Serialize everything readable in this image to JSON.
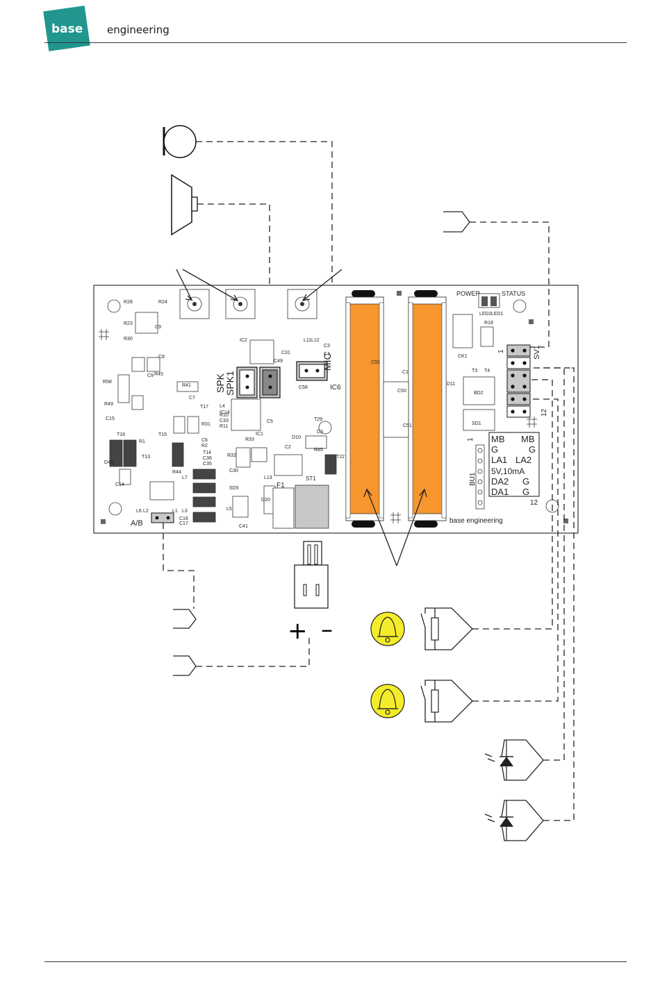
{
  "header": {
    "logo_word": "base",
    "brand_text": "engineering"
  },
  "colors": {
    "logo": "#21968f",
    "battery": "#f7962f",
    "bell": "#f4ec2a",
    "board_line": "#333333",
    "connector_fill": "#c8c8c8"
  },
  "board": {
    "labels": {
      "power": "POWER",
      "status": "STATUS",
      "spk": "SPK",
      "spk1": "SPK1",
      "mic": "MIC",
      "ic6": "IC6",
      "ab": "A/B",
      "bu1": "BU1",
      "sv1": "SV1",
      "st1": "ST1",
      "f1": "F1",
      "brand": "base  engineering",
      "pin1": "1",
      "pin12": "12"
    },
    "terminal_table": [
      [
        "MB",
        "MB"
      ],
      [
        "G",
        "G"
      ],
      [
        "LA1",
        "LA2"
      ],
      [
        "5V,10mA",
        ""
      ],
      [
        "DA2",
        "G"
      ],
      [
        "DA1",
        "G"
      ]
    ],
    "component_labels": [
      "R28",
      "R24",
      "R23",
      "R30",
      "C8",
      "C9",
      "R41",
      "C7",
      "T17",
      "R31",
      "C6",
      "R2",
      "T14",
      "C36",
      "C35",
      "T16",
      "T15",
      "T13",
      "R1",
      "D43",
      "C14",
      "L7",
      "L6",
      "L2",
      "L1",
      "L3",
      "C16",
      "C17",
      "SD5",
      "L5",
      "C41",
      "D20",
      "C30",
      "L13",
      "D3",
      "R85",
      "C2",
      "C15",
      "R49",
      "R58",
      "R45",
      "IC2",
      "IC1",
      "C49",
      "C31",
      "C58",
      "C55",
      "C5",
      "C33",
      "R10",
      "R11",
      "L4",
      "IC14",
      "T29",
      "D10",
      "R33",
      "R32",
      "T22",
      "L11",
      "L12",
      "C3",
      "C4",
      "C1",
      "C50",
      "C51",
      "D11",
      "T3",
      "T4",
      "R18",
      "LED2",
      "LED1",
      "CK1",
      "BD2",
      "SD1",
      "R44",
      "C9"
    ]
  },
  "legend": {
    "plus": "+",
    "minus": "–"
  }
}
